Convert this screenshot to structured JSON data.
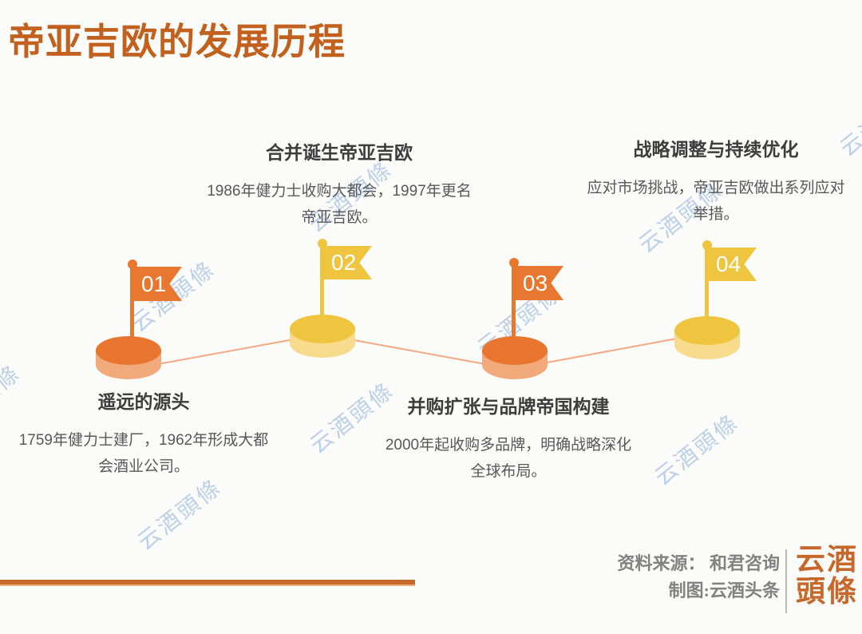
{
  "page": {
    "title": "帝亚吉欧的发展历程"
  },
  "milestones": [
    {
      "number": "01",
      "color_theme": "orange",
      "title": "遥远的源头",
      "description": "1759年健力士建厂，1962年形成大都\n会酒业公司。",
      "text_position": "below-timeline"
    },
    {
      "number": "02",
      "color_theme": "yellow",
      "title": "合并诞生帝亚吉欧",
      "description": "1986年健力士收购大都会，1997年更名\n帝亚吉欧。",
      "text_position": "above-timeline"
    },
    {
      "number": "03",
      "color_theme": "orange",
      "title": "并购扩张与品牌帝国构建",
      "description": "2000年起收购多品牌，明确战略深化\n全球布局。",
      "text_position": "below-timeline"
    },
    {
      "number": "04",
      "color_theme": "yellow",
      "title": "战略调整与持续优化",
      "description": "应对市场挑战，帝亚吉欧做出系列应对\n举措。",
      "text_position": "above-timeline"
    }
  ],
  "footer": {
    "source_line1": "资料来源： 和君咨询",
    "source_line2": "制图:云酒头条",
    "logo_line1": "云酒",
    "logo_line2": "頭條"
  },
  "watermark": {
    "text": "云酒頭條"
  },
  "colors": {
    "title_orange": "#c2611e",
    "flag_orange": "#e8782f",
    "disc_orange_top": "#e8762f",
    "disc_orange_side": "#f2a97c",
    "flag_yellow": "#efc43e",
    "disc_yellow_side": "#f6dc8c",
    "connector_line": "#f4a983",
    "footer_bar": "#c5682a",
    "footer_text_gray": "#828282",
    "logo_orange": "#c8672a",
    "watermark_blue": "#94b4de",
    "heading_text": "#3d3d3d",
    "body_text": "#58585a"
  }
}
